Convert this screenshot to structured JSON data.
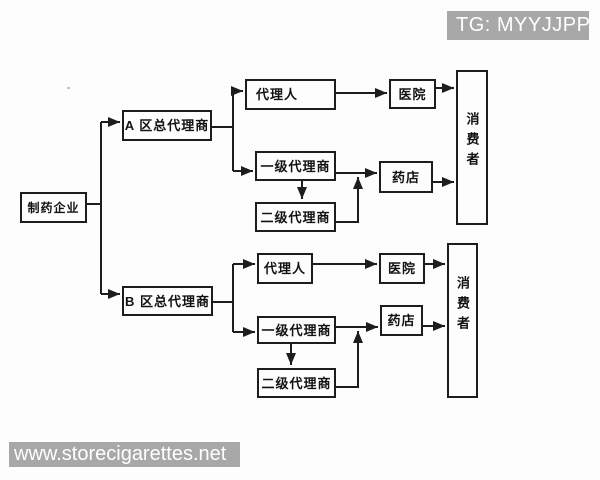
{
  "watermarks": {
    "telegram": "TG: MYYJJPP",
    "website": "www.storecigarettes.net"
  },
  "diagram": {
    "type": "flowchart",
    "topic": "Pharmaceutical distribution channels from manufacturer through regional agents to consumers",
    "labels": {
      "pharma": "制药企业",
      "regionA": "A 区总代理商",
      "regionB": "B 区总代理商",
      "agent": "代理人",
      "hospital": "医院",
      "level1": "一级代理商",
      "level2": "二级代理商",
      "pharmacy": "药店",
      "consumer": "消费者"
    },
    "edges": [
      {
        "from": "制药企业",
        "to": "A 区总代理商"
      },
      {
        "from": "制药企业",
        "to": "B 区总代理商"
      },
      {
        "from": "A 区总代理商",
        "to": "代理人 (A)"
      },
      {
        "from": "A 区总代理商",
        "to": "一级代理商 (A)"
      },
      {
        "from": "代理人 (A)",
        "to": "医院 (A)"
      },
      {
        "from": "医院 (A)",
        "to": "消费者 (A)"
      },
      {
        "from": "一级代理商 (A)",
        "to": "药店 (A)"
      },
      {
        "from": "一级代理商 (A)",
        "to": "二级代理商 (A)"
      },
      {
        "from": "二级代理商 (A)",
        "to": "药店 (A)"
      },
      {
        "from": "药店 (A)",
        "to": "消费者 (A)"
      },
      {
        "from": "B 区总代理商",
        "to": "代理人 (B)"
      },
      {
        "from": "B 区总代理商",
        "to": "一级代理商 (B)"
      },
      {
        "from": "代理人 (B)",
        "to": "医院 (B)"
      },
      {
        "from": "医院 (B)",
        "to": "消费者 (B)"
      },
      {
        "from": "一级代理商 (B)",
        "to": "药店 (B)"
      },
      {
        "from": "一级代理商 (B)",
        "to": "二级代理商 (B)"
      },
      {
        "from": "二级代理商 (B)",
        "to": "药店 (B)"
      },
      {
        "from": "药店 (B)",
        "to": "消费者 (B)"
      }
    ]
  },
  "colors": {
    "line": "#1d1d1d",
    "banner_gray": "#a8a8a8",
    "banner_text": "#ffffff",
    "background": "#fdfdfd"
  }
}
